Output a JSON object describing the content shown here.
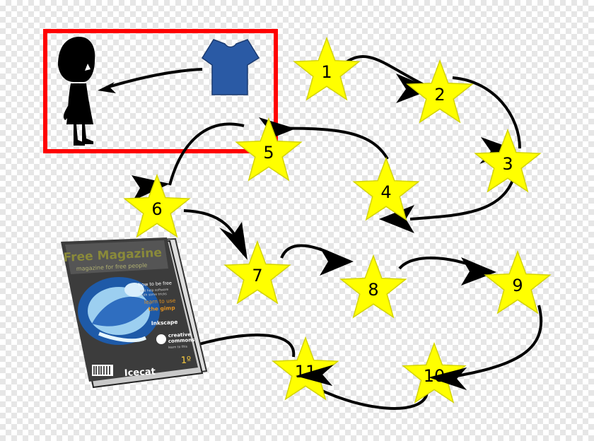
{
  "stars": [
    {
      "label": "1"
    },
    {
      "label": "2"
    },
    {
      "label": "3"
    },
    {
      "label": "4"
    },
    {
      "label": "5"
    },
    {
      "label": "6"
    },
    {
      "label": "7"
    },
    {
      "label": "8"
    },
    {
      "label": "9"
    },
    {
      "label": "10"
    },
    {
      "label": "11"
    }
  ],
  "magazine": {
    "title": "Free Magazine",
    "subtitle": "magazine for free people",
    "headline1": "how to be free",
    "headline1_sub": "and help software",
    "headline1_sub2": "with some tricks",
    "headline2a": "learn to use",
    "headline2b": "the gimp",
    "headline3": "Inkscape",
    "cc_line1": "creative",
    "cc_line2": "commons",
    "cc_sub": "learn to this",
    "cover_name": "Icecat",
    "issue": "1º"
  },
  "colors": {
    "star_fill": "#ffff00",
    "star_stroke": "#d4d400",
    "frame": "#ff0000",
    "shirt": "#2a5aa5",
    "silhouette": "#000000",
    "arrow": "#000000"
  },
  "icons": [
    "girl-silhouette-icon",
    "t-shirt-icon",
    "magazine-cover-icon"
  ]
}
